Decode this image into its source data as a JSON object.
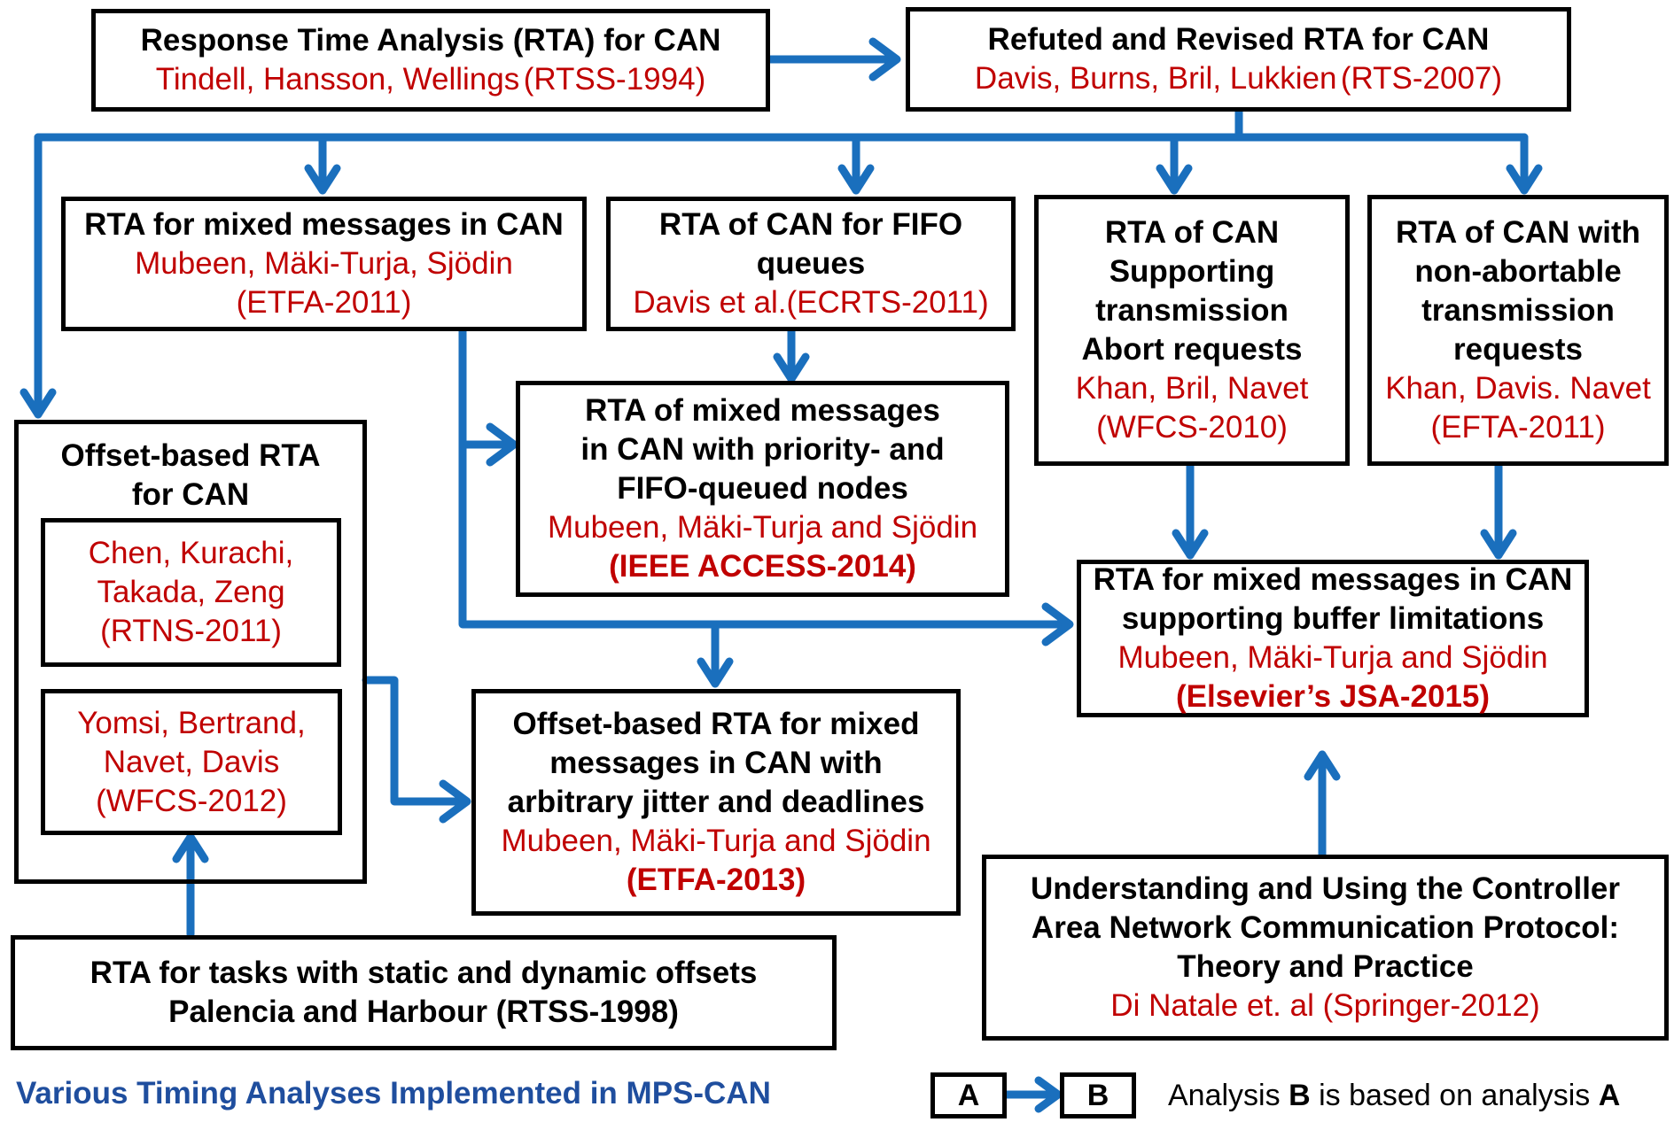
{
  "diagram": {
    "caption": "Various Timing Analyses Implemented in MPS-CAN",
    "colors": {
      "arrow": "#1a6fbd",
      "title": "#000000",
      "authors": "#c00000",
      "caption": "#1f4e9e"
    },
    "nodes": {
      "rta_can_1994": {
        "title": "Response Time Analysis (RTA) for CAN",
        "authors": "Tindell, Hansson, Wellings",
        "venue": "(RTSS-1994)"
      },
      "revised_2007": {
        "title": "Refuted and Revised RTA for CAN",
        "authors": "Davis, Burns, Bril, Lukkien",
        "venue": "(RTS-2007)"
      },
      "mixed_2011": {
        "title": "RTA for mixed messages in CAN",
        "authors": "Mubeen, Mäki-Turja, Sjödin",
        "venue": "(ETFA-2011)"
      },
      "fifo_2011": {
        "title_lines": [
          "RTA of CAN for FIFO",
          "queues"
        ],
        "authors_venue": "Davis et al.(ECRTS-2011)"
      },
      "abort_2010": {
        "title_lines": [
          "RTA of CAN",
          "Supporting",
          "transmission",
          "Abort requests"
        ],
        "authors": "Khan, Bril, Navet",
        "venue": "(WFCS-2010)"
      },
      "nonabort_2011": {
        "title_lines": [
          "RTA of CAN with",
          "non-abortable",
          "transmission",
          "requests"
        ],
        "authors": "Khan, Davis. Navet",
        "venue": "(EFTA-2011)"
      },
      "offset_group": {
        "title_lines": [
          "Offset-based RTA",
          "for CAN"
        ]
      },
      "rtns_2011": {
        "authors_lines": [
          "Chen, Kurachi,",
          "Takada, Zeng"
        ],
        "venue": "(RTNS-2011)"
      },
      "wfcs_2012": {
        "authors_lines": [
          "Yomsi, Bertrand,",
          "Navet, Davis"
        ],
        "venue": "(WFCS-2012)"
      },
      "access_2014": {
        "title_lines": [
          "RTA of mixed messages",
          "in CAN with priority- and",
          "FIFO-queued nodes"
        ],
        "authors": "Mubeen, Mäki-Turja and Sjödin",
        "venue": "(IEEE ACCESS-2014)"
      },
      "etfa_2013": {
        "title_lines": [
          "Offset-based RTA for mixed",
          "messages in CAN with",
          "arbitrary jitter and deadlines"
        ],
        "authors": "Mubeen, Mäki-Turja and Sjödin",
        "venue": "(ETFA-2013)"
      },
      "jsa_2015": {
        "title_lines": [
          "RTA for mixed messages in CAN",
          "supporting buffer limitations"
        ],
        "authors": "Mubeen, Mäki-Turja and Sjödin",
        "venue": "(Elsevier’s JSA-2015)"
      },
      "rtss_1998": {
        "title": "RTA for tasks with static and dynamic offsets",
        "subtitle": "Palencia and Harbour  (RTSS-1998)"
      },
      "springer_2012": {
        "title_lines": [
          "Understanding and Using the Controller",
          "Area Network Communication Protocol:",
          "Theory and Practice"
        ],
        "authors_venue": "Di Natale et. al (Springer-2012)"
      }
    },
    "edges": [
      [
        "rta_can_1994",
        "revised_2007"
      ],
      [
        "revised_2007",
        "mixed_2011"
      ],
      [
        "revised_2007",
        "fifo_2011"
      ],
      [
        "revised_2007",
        "abort_2010"
      ],
      [
        "revised_2007",
        "nonabort_2011"
      ],
      [
        "revised_2007",
        "offset_group"
      ],
      [
        "fifo_2011",
        "access_2014"
      ],
      [
        "mixed_2011",
        "access_2014"
      ],
      [
        "mixed_2011",
        "etfa_2013"
      ],
      [
        "mixed_2011",
        "jsa_2015"
      ],
      [
        "offset_group",
        "etfa_2013"
      ],
      [
        "rtss_1998",
        "offset_group"
      ],
      [
        "abort_2010",
        "jsa_2015"
      ],
      [
        "nonabort_2011",
        "jsa_2015"
      ],
      [
        "springer_2012",
        "jsa_2015"
      ]
    ],
    "legend": {
      "a": "A",
      "b": "B",
      "text_1": "Analysis ",
      "text_b": "B",
      "text_2": " is based on analysis ",
      "text_a": "A"
    }
  }
}
